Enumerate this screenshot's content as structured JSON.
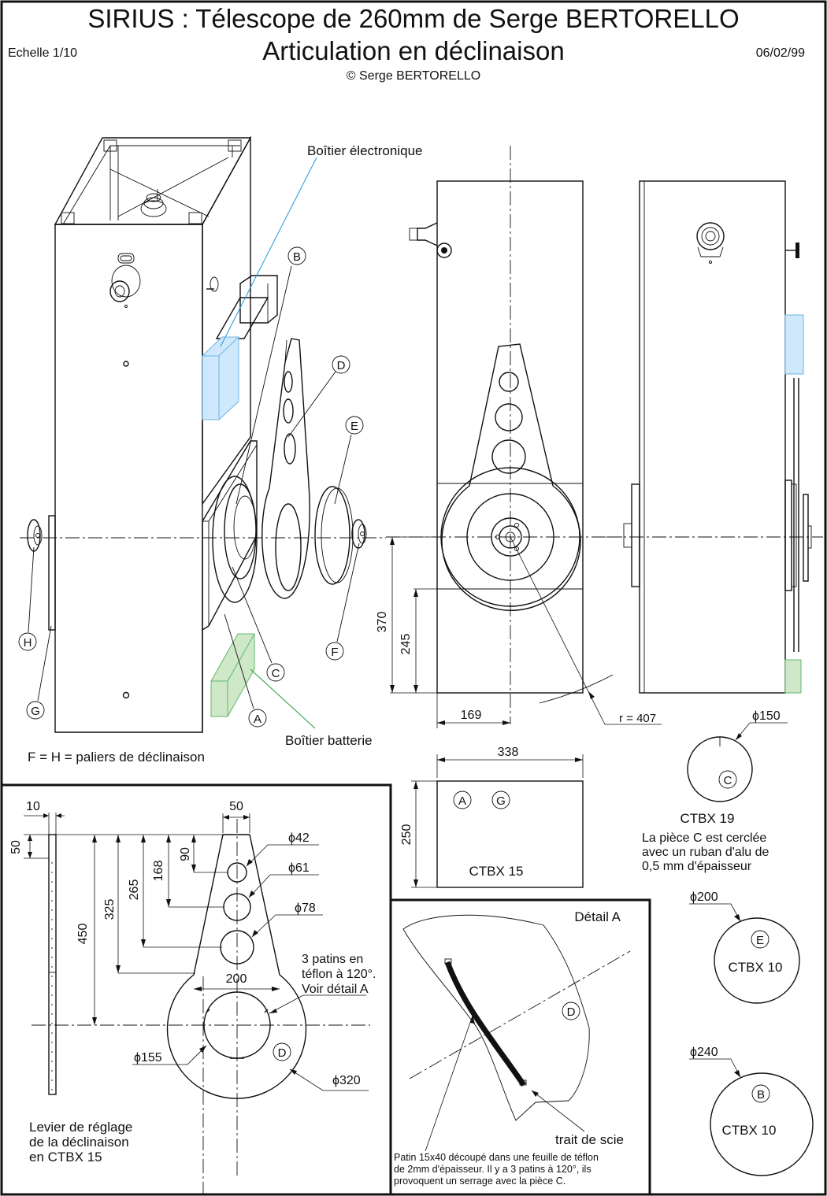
{
  "header": {
    "title_line1": "SIRIUS : Télescope de 260mm de Serge BERTORELLO",
    "title_line2": "Articulation en déclinaison",
    "copyright": "© Serge BERTORELLO",
    "scale": "Echelle 1/10",
    "date": "06/02/99"
  },
  "colors": {
    "electronics": "#1a9bd7",
    "battery": "#1f9a3a",
    "electronics_fill": "#cfe8fb",
    "battery_fill": "#cfe8c8"
  },
  "iso_view": {
    "label_electronics": "Boîtier électronique",
    "label_battery": "Boîtier batterie",
    "bearings_note": "F = H = paliers de déclinaison",
    "parts": [
      "A",
      "B",
      "C",
      "D",
      "E",
      "F",
      "G",
      "H"
    ]
  },
  "front_view": {
    "dim_370": "370",
    "dim_245": "245",
    "dim_169": "169",
    "dim_338": "338",
    "radius": "r = 407"
  },
  "base_plate": {
    "dim_250": "250",
    "parts": [
      "A",
      "G"
    ],
    "material": "CTBX 15"
  },
  "piece_c": {
    "diameter": "ϕ150",
    "letter": "C",
    "material": "CTBX 19",
    "note_lines": [
      "La pièce C est cerclée",
      "avec un ruban d'alu de",
      "0,5 mm d'épaisseur"
    ]
  },
  "piece_e": {
    "diameter": "ϕ200",
    "letter": "E",
    "material": "CTBX 10"
  },
  "piece_b": {
    "diameter": "ϕ240",
    "letter": "B",
    "material": "CTBX 10"
  },
  "lever": {
    "dims": {
      "d10": "10",
      "d50_top": "50",
      "d50_side": "50",
      "d450": "450",
      "d325": "325",
      "d265": "265",
      "d168": "168",
      "d90": "90",
      "d200": "200"
    },
    "holes": [
      "ϕ42",
      "ϕ61",
      "ϕ78"
    ],
    "d155": "ϕ155",
    "d320": "ϕ320",
    "letter": "D",
    "pads_note": [
      "3 patins en",
      "téflon à 120°.",
      "Voir détail A"
    ],
    "caption": [
      "Levier de réglage",
      "de la déclinaison",
      "en CTBX 15"
    ]
  },
  "detail_a": {
    "title": "Détail A",
    "letter": "D",
    "saw_cut": "trait de scie",
    "note_lines": [
      "Patin 15x40 découpé dans une feuille de téflon",
      "de 2mm d'épaisseur. Il y a 3 patins à 120°, ils",
      "provoquent un serrage avec la pièce C."
    ]
  }
}
